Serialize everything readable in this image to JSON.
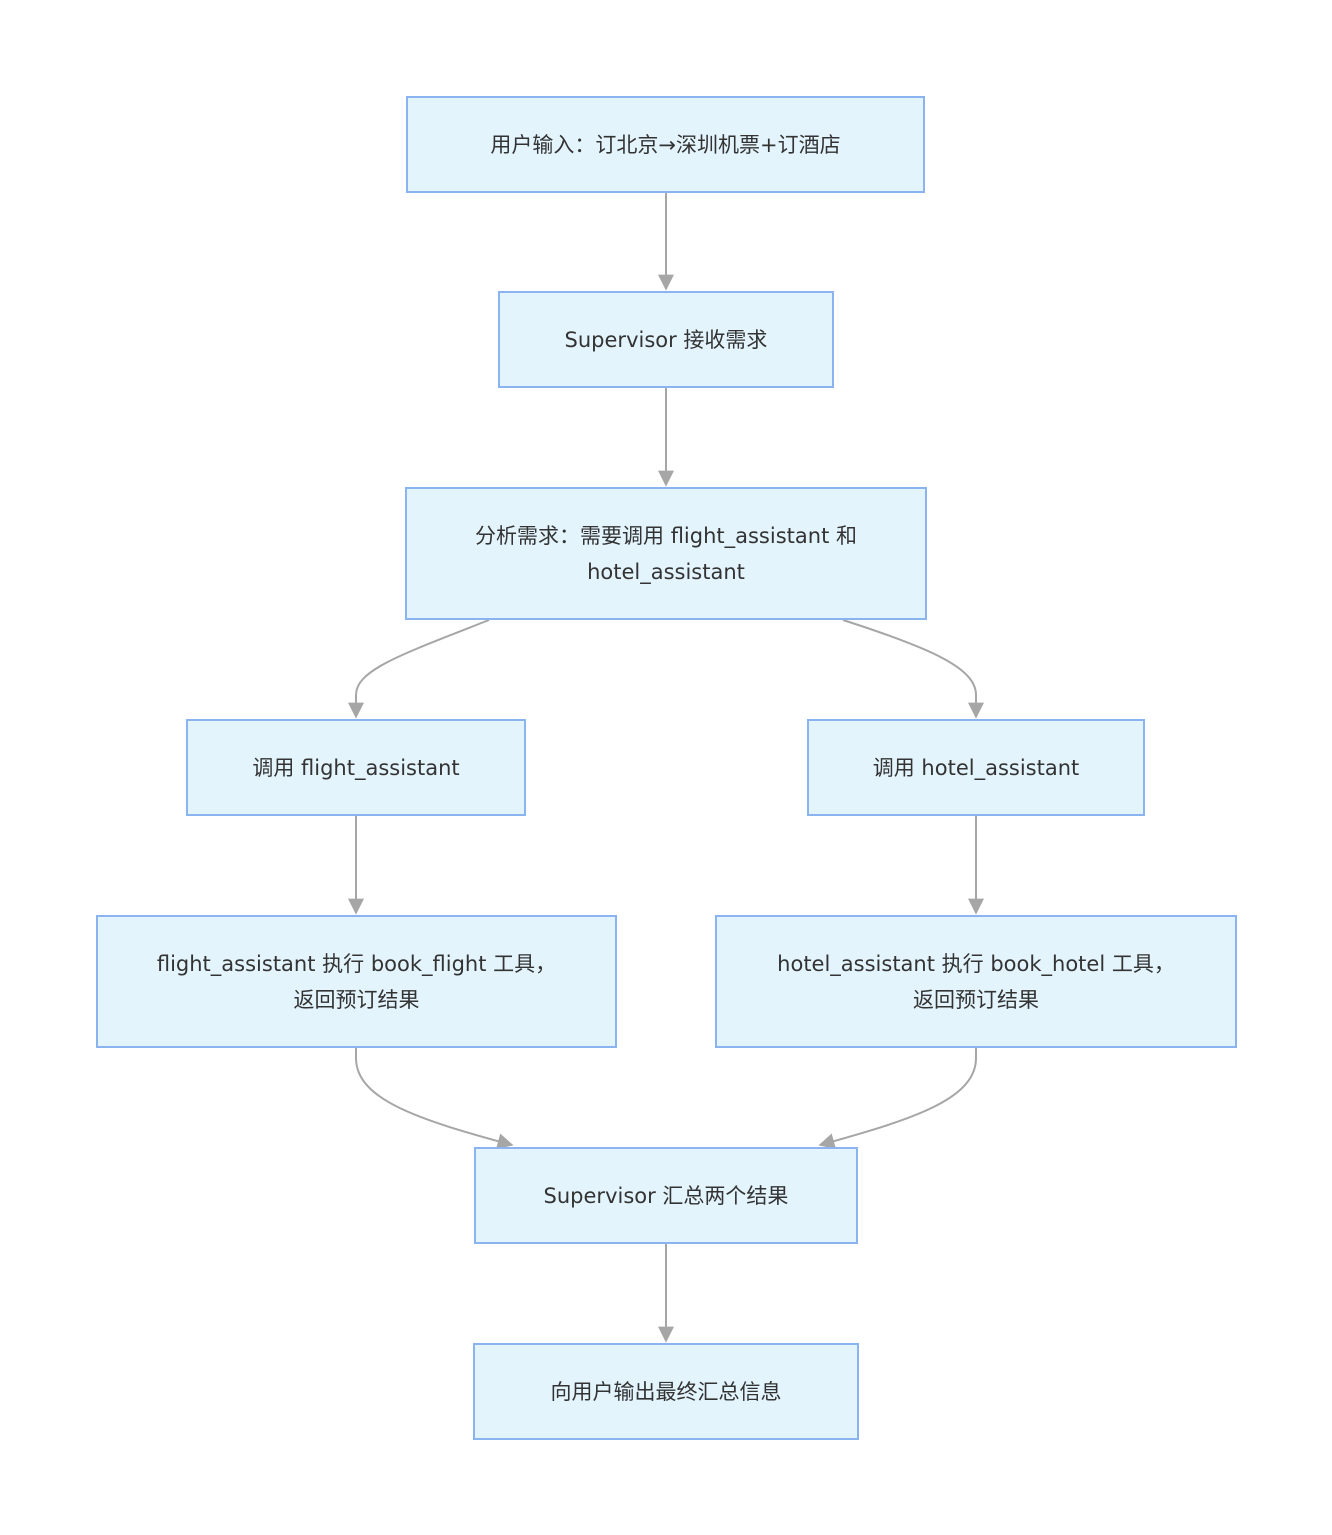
{
  "nodes": {
    "user_input": "用户输入：订北京→深圳机票+订酒店",
    "supervisor_receive": "Supervisor 接收需求",
    "analyze": "分析需求：需要调用 flight_assistant 和 hotel_assistant",
    "call_flight": "调用 flight_assistant",
    "call_hotel": "调用 hotel_assistant",
    "flight_exec": "flight_assistant 执行 book_flight 工具，返回预订结果",
    "hotel_exec": "hotel_assistant 执行 book_hotel 工具，返回预订结果",
    "supervisor_aggregate": "Supervisor 汇总两个结果",
    "output": "向用户输出最终汇总信息"
  },
  "colors": {
    "node_fill": "#e3f4fd",
    "node_border": "#8ab4f0",
    "edge": "#a6a6a6",
    "text": "#333333"
  }
}
